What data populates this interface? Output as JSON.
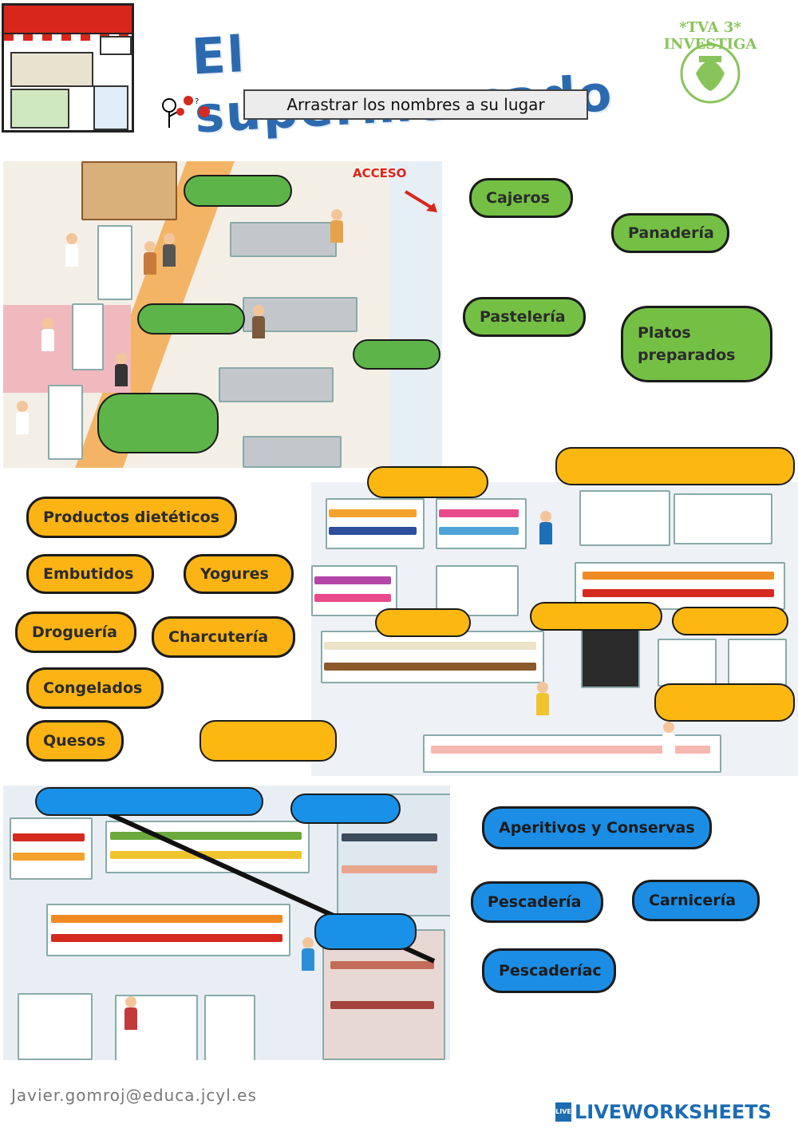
{
  "header": {
    "title": "El supermercado",
    "instructions": "Arrastrar los nombres a su lugar",
    "logo_text": "*TVA 3* INVESTIGA"
  },
  "scene1": {
    "access_label": "ACCESO",
    "labels": [
      "Cajeros",
      "Panadería",
      "Pastelería",
      "Platos preparados"
    ]
  },
  "scene2": {
    "labels": [
      "Productos dietéticos",
      "Embutidos",
      "Yogures",
      "Droguería",
      "Charcutería",
      "Congelados",
      "Quesos"
    ]
  },
  "scene3": {
    "labels": [
      "Aperitivos y Conservas",
      "Pescadería",
      "Carnicería",
      "Pescaderíac"
    ]
  },
  "footer": {
    "email": "Javier.gomroj@educa.jcyl.es",
    "brand": "LIVEWORKSHEETS",
    "brand_badge": "LIVE"
  },
  "colors": {
    "green": "#74c044",
    "orange": "#fcb414",
    "blue": "#1c8de4",
    "title": "#2c6ab0"
  }
}
